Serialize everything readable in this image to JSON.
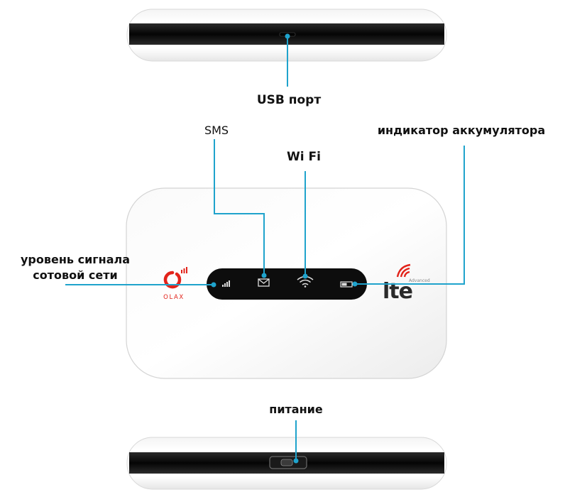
{
  "labels": {
    "usb_port": "USB порт",
    "sms": "SMS",
    "wifi": "Wi Fi",
    "battery_indicator": "индикатор аккумулятора",
    "signal_level_line1": "уровень сигнала",
    "signal_level_line2": "сотовой сети",
    "power": "питание"
  },
  "device": {
    "brand": "OLAX",
    "lte_logo": "lte",
    "lte_sub": "Advanced"
  },
  "colors": {
    "leader_line": "#1fa3cc",
    "brand_red": "#e2231a",
    "panel_black": "#0d0d0d",
    "body_white": "#ffffff",
    "text": "#111111"
  }
}
